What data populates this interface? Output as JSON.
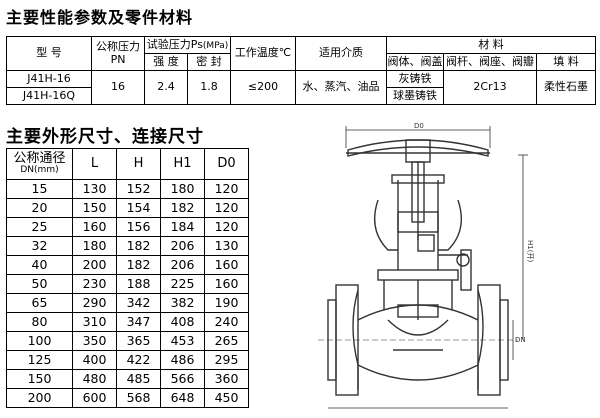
{
  "section1_title": "主要性能参数及零件材料",
  "section2_title": "主要外形尺寸、连接尺寸",
  "perf": {
    "h_model": "型  号",
    "h_pn_a": "公称压力",
    "h_pn_b": "PN",
    "h_test_a": "试验压力Ps",
    "h_test_unit": "(MPa)",
    "h_strength": "强 度",
    "h_seal": "密 封",
    "h_temp": "工作温度℃",
    "h_media": "适用介质",
    "h_material": "材    料",
    "h_m1": "阀体、阀盖",
    "h_m2": "阀杆、阀座、阀瓣",
    "h_m3": "填 料",
    "model1": "J41H-16",
    "model2": "J41H-16Q",
    "pn": "16",
    "strength": "2.4",
    "seal": "1.8",
    "temp": "≤200",
    "media": "水、蒸汽、油品",
    "body1": "灰铸铁",
    "body2": "球墨铸铁",
    "stem": "2Cr13",
    "packing": "柔性石墨"
  },
  "dims": {
    "h_dn_a": "公称通径",
    "h_dn_b": "DN(mm)",
    "h_l": "L",
    "h_h": "H",
    "h_h1": "H1",
    "h_d0": "D0",
    "rows": [
      [
        "15",
        "130",
        "152",
        "180",
        "120"
      ],
      [
        "20",
        "150",
        "154",
        "182",
        "120"
      ],
      [
        "25",
        "160",
        "156",
        "184",
        "120"
      ],
      [
        "32",
        "180",
        "182",
        "206",
        "130"
      ],
      [
        "40",
        "200",
        "182",
        "206",
        "160"
      ],
      [
        "50",
        "230",
        "188",
        "225",
        "160"
      ],
      [
        "65",
        "290",
        "342",
        "382",
        "190"
      ],
      [
        "80",
        "310",
        "347",
        "408",
        "240"
      ],
      [
        "100",
        "350",
        "365",
        "453",
        "265"
      ],
      [
        "125",
        "400",
        "422",
        "486",
        "295"
      ],
      [
        "150",
        "480",
        "485",
        "566",
        "360"
      ],
      [
        "200",
        "600",
        "568",
        "648",
        "450"
      ]
    ]
  },
  "drawing": {
    "d0": "D0",
    "h1": "H1(开)",
    "dn": "DN",
    "colors": {
      "line": "#333333",
      "bg": "#ffffff"
    }
  }
}
